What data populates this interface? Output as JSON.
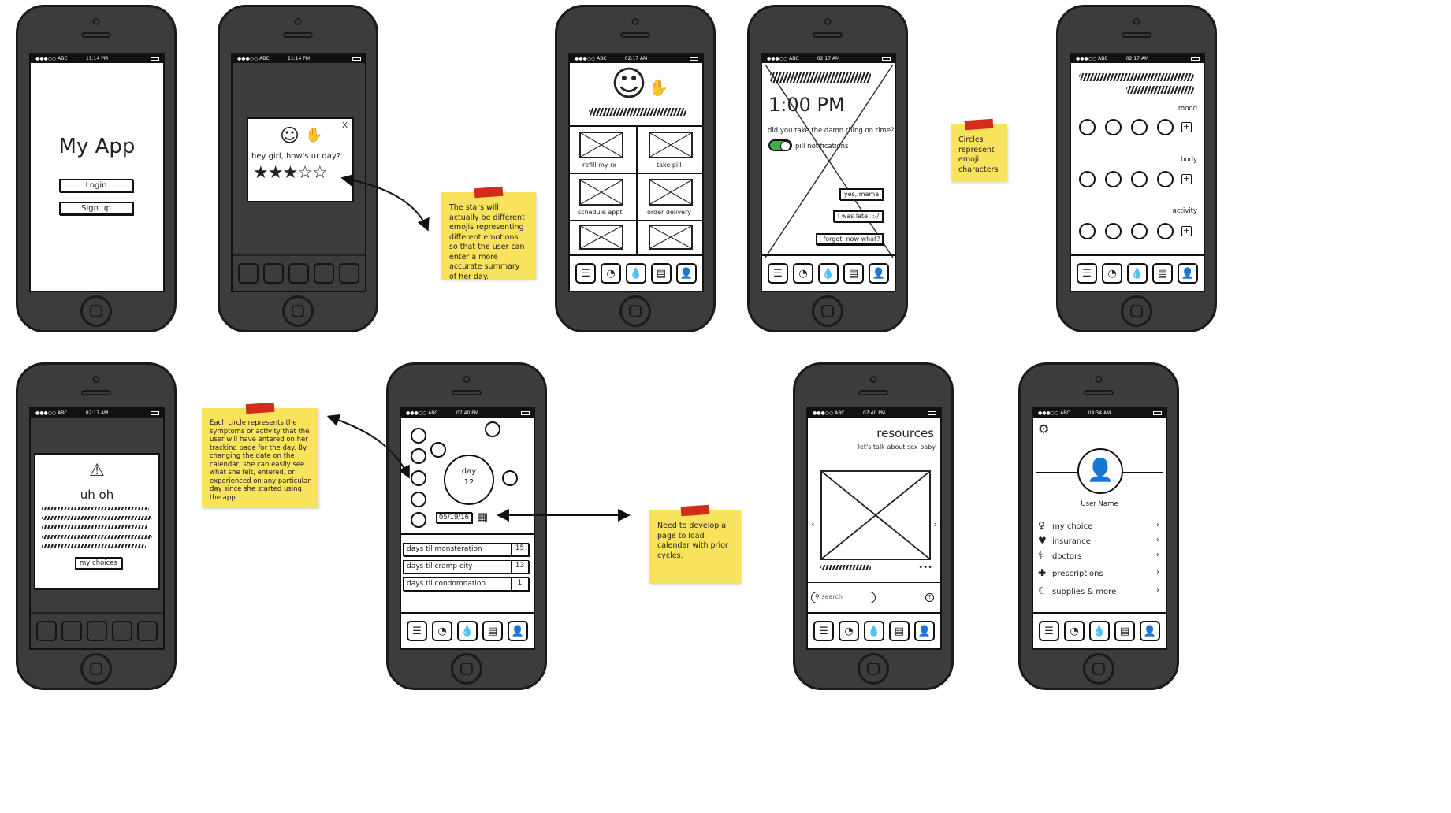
{
  "status": {
    "carrier": "●●●○○ ABC",
    "t_1114": "11:14 PM",
    "t_0217": "02:17 AM",
    "t_0740": "07:40 PM",
    "t_0434": "04:34 AM"
  },
  "tab_icons": [
    "list-icon",
    "dashboard-icon",
    "drop-icon",
    "book-icon",
    "user-icon"
  ],
  "login": {
    "title": "My App",
    "login_label": "Login",
    "signup_label": "Sign up"
  },
  "rating": {
    "close": "X",
    "question": "hey girl, how's ur day?"
  },
  "home": {
    "tiles": [
      "refill my rx",
      "take pill",
      "schedule appt",
      "order delivery"
    ]
  },
  "reminder": {
    "time": "1:00 PM",
    "question": "did you take the damn thing on time?",
    "toggle_label": "pill notifications",
    "answers": [
      "yes, mama",
      "I was late! :-/",
      "I forgot. now what?"
    ]
  },
  "tracker": {
    "sections": [
      "mood",
      "body",
      "activity"
    ]
  },
  "error": {
    "title": "uh oh",
    "button": "my choices"
  },
  "calendar": {
    "day_label": "day",
    "day_number": "12",
    "date": "05/19/16",
    "counters": [
      {
        "label": "days til monsteration",
        "value": "15"
      },
      {
        "label": "days til cramp city",
        "value": "13"
      },
      {
        "label": "days til condomnation",
        "value": "1"
      }
    ]
  },
  "resources": {
    "title": "resources",
    "subtitle": "let's talk about sex baby",
    "more": "•••",
    "search_placeholder": "search",
    "help": "?"
  },
  "profile": {
    "user_name": "User Name",
    "items": [
      {
        "label": "my choice",
        "icon": "venus-icon"
      },
      {
        "label": "insurance",
        "icon": "heartbeat-icon"
      },
      {
        "label": "doctors",
        "icon": "doctor-icon"
      },
      {
        "label": "prescriptions",
        "icon": "first-aid-icon"
      },
      {
        "label": "supplies & more",
        "icon": "moon-icon"
      }
    ]
  },
  "notes": {
    "stars": "The stars will actually be different emojis representing different emotions so that the user can enter a more accurate summary of her day.",
    "circles_emoji": "Circles represent emoji characters",
    "each_circle": "Each circle represents the symptoms or activity that the user will have entered on her tracking page for the day. By changing the date on the calendar, she can easily see what she felt, entered, or experienced on any particular day since she started using the app.",
    "calendar_page": "Need to develop a page to load calendar with prior cycles."
  }
}
